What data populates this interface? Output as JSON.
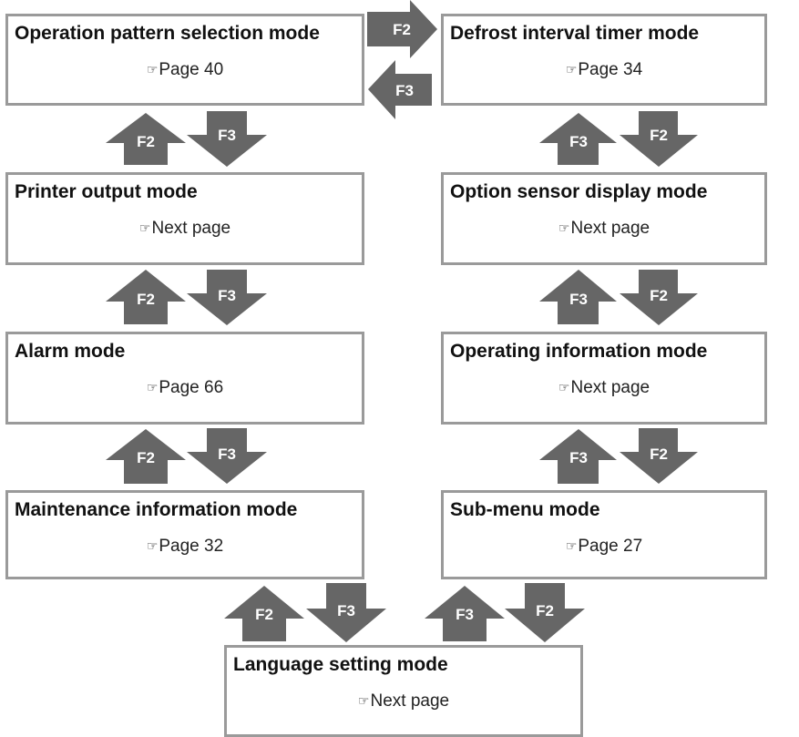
{
  "ref_symbol": "☞",
  "arrow_color": "#666666",
  "box_border_color": "#9a9a9a",
  "modes": {
    "operation_pattern": {
      "title": "Operation pattern selection mode",
      "ref": "Page 40"
    },
    "defrost_timer": {
      "title": "Defrost interval timer mode",
      "ref": "Page 34"
    },
    "printer_output": {
      "title": "Printer output mode",
      "ref": "Next page"
    },
    "option_sensor": {
      "title": "Option sensor display mode",
      "ref": "Next page"
    },
    "alarm": {
      "title": "Alarm mode",
      "ref": "Page 66"
    },
    "operating_info": {
      "title": "Operating information mode",
      "ref": "Next page"
    },
    "maintenance_info": {
      "title": "Maintenance information mode",
      "ref": "Page 32"
    },
    "sub_menu": {
      "title": "Sub-menu mode",
      "ref": "Page 27"
    },
    "language_setting": {
      "title": "Language setting mode",
      "ref": "Next page"
    }
  },
  "keys": {
    "f2": "F2",
    "f3": "F3"
  },
  "transitions": [
    {
      "from": "operation_pattern",
      "to": "defrost_timer",
      "key": "F2"
    },
    {
      "from": "defrost_timer",
      "to": "operation_pattern",
      "key": "F3"
    },
    {
      "from": "printer_output",
      "to": "operation_pattern",
      "key": "F2"
    },
    {
      "from": "operation_pattern",
      "to": "printer_output",
      "key": "F3"
    },
    {
      "from": "option_sensor",
      "to": "defrost_timer",
      "key": "F3"
    },
    {
      "from": "defrost_timer",
      "to": "option_sensor",
      "key": "F2"
    },
    {
      "from": "alarm",
      "to": "printer_output",
      "key": "F2"
    },
    {
      "from": "printer_output",
      "to": "alarm",
      "key": "F3"
    },
    {
      "from": "operating_info",
      "to": "option_sensor",
      "key": "F3"
    },
    {
      "from": "option_sensor",
      "to": "operating_info",
      "key": "F2"
    },
    {
      "from": "maintenance_info",
      "to": "alarm",
      "key": "F2"
    },
    {
      "from": "alarm",
      "to": "maintenance_info",
      "key": "F3"
    },
    {
      "from": "sub_menu",
      "to": "operating_info",
      "key": "F3"
    },
    {
      "from": "operating_info",
      "to": "sub_menu",
      "key": "F2"
    },
    {
      "from": "language_setting",
      "to": "maintenance_info",
      "key": "F2"
    },
    {
      "from": "maintenance_info",
      "to": "language_setting",
      "key": "F3"
    },
    {
      "from": "language_setting",
      "to": "sub_menu",
      "key": "F3"
    },
    {
      "from": "sub_menu",
      "to": "language_setting",
      "key": "F2"
    }
  ]
}
